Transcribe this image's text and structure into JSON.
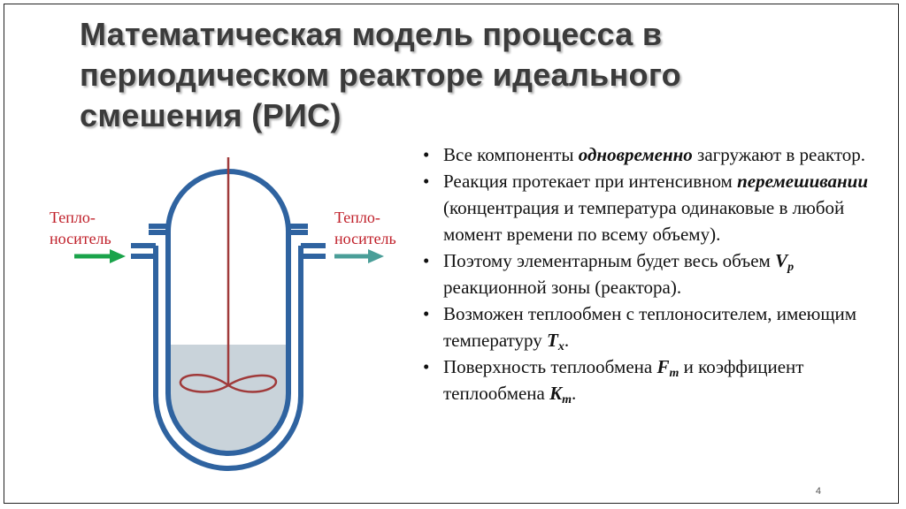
{
  "slide": {
    "title": "Математическая модель процесса в периодическом реакторе идеального смешения (РИС)",
    "page_number": "4"
  },
  "diagram": {
    "inlet_label_line1": "Тепло-",
    "inlet_label_line2": "носитель",
    "outlet_label_line1": "Тепло-",
    "outlet_label_line2": "носитель",
    "colors": {
      "vessel": "#2f63a0",
      "liquid": "#c9d3da",
      "stirrer": "#a03a3a",
      "inlet_arrow": "#1aa34a",
      "outlet_arrow": "#4a9e98",
      "label": "#c0202a"
    }
  },
  "bullets": [
    {
      "pre": "Все компоненты ",
      "em": "одновременно",
      "post": " загружают в реактор."
    },
    {
      "pre": "Реакция протекает при интенсивном ",
      "em": "перемешивании",
      "post": " (концентрация и температура одинаковые в любой момент времени по всему объему)."
    },
    {
      "pre": "Поэтому элементарным будет весь объем ",
      "var": "V",
      "sub": "p",
      "post": " реакционной зоны (реактора)."
    },
    {
      "pre": "Возможен теплообмен с теплоносителем, имеющим температуру ",
      "var": "T",
      "sub": "x",
      "post": "."
    },
    {
      "pre": "Поверхность теплообмена ",
      "var": "F",
      "sub": "m",
      "mid": " и коэффициент теплообмена ",
      "var2": "K",
      "sub2": "m",
      "post": "."
    }
  ]
}
